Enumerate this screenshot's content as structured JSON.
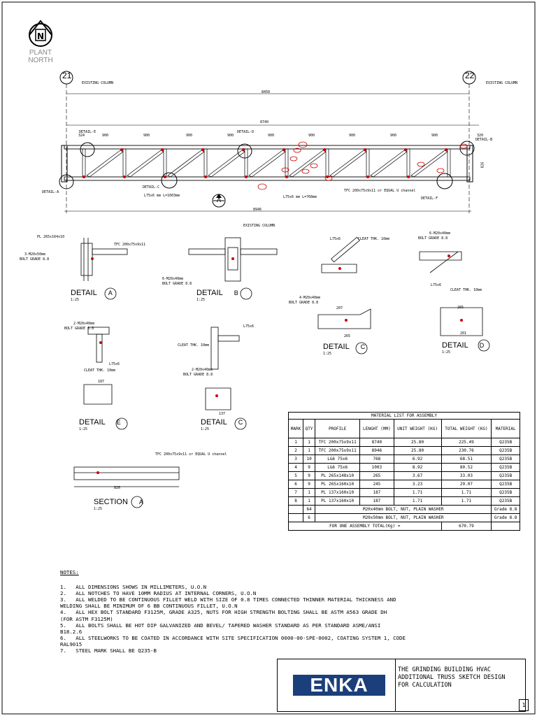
{
  "north": {
    "line1": "PLANT",
    "line2": "NORTH"
  },
  "grid": {
    "left": "21",
    "right": "22"
  },
  "elevation": {
    "existing_column_left": "EXISTING COLUMN",
    "existing_column_right": "EXISTING COLUMN",
    "dim_overall": "8450",
    "dim_inner": "8740",
    "dim_bottom": "8946",
    "bay_dims": [
      "324",
      "900",
      "900",
      "900",
      "900",
      "900",
      "900",
      "900",
      "900",
      "900",
      "320"
    ],
    "height": "826",
    "detail_a": "DETAIL-A",
    "detail_b": "DETAIL-B",
    "detail_c": "DETAIL-C",
    "detail_d": "DETAIL-D",
    "detail_e": "DETAIL-E",
    "detail_f": "DETAIL-F",
    "note_l1": "L75x6 mm L=1003mm",
    "note_l2": "L75x6 mm L=768mm",
    "note_tfc": "TFC 200x75x9x11 or EQUAL U channel",
    "section_mark": "A"
  },
  "details": {
    "a": {
      "title": "DETAIL",
      "mark": "A",
      "scale": "1:25",
      "bolt": "3-M20x50mm",
      "grade": "BOLT GRADE 8.8",
      "plate": "PL 265x164x10",
      "tfc": "TFC 200x75x9x11"
    },
    "b": {
      "title": "DETAIL",
      "mark": "B",
      "scale": "1:25",
      "existing": "EXISTING COLUMN",
      "bolt": "6-M20x40mm",
      "grade": "BOLT GRADE 8.8"
    },
    "c": {
      "title": "DETAIL",
      "mark": "C",
      "scale": "1:25",
      "angle": "L75x6",
      "cleat": "CLEAT THK. 10mm",
      "bolt": "4-M20x40mm",
      "grade": "BOLT GRADE 8.8",
      "d1": "207",
      "d2": "265"
    },
    "d": {
      "title": "DETAIL",
      "mark": "D",
      "scale": "1:25",
      "angle": "L75x6",
      "cleat": "CLEAT THK. 10mm",
      "bolt": "6-M20x40mm",
      "grade": "BOLT GRADE 8.8",
      "d1": "265",
      "d2": "201"
    },
    "e": {
      "title": "DETAIL",
      "mark": "E",
      "scale": "1:25",
      "bolt": "2-M20x40mm",
      "grade": "BOLT GRADE 8.8",
      "angle": "L75x6",
      "cleat": "CLEAT THK. 10mm",
      "d1": "187"
    },
    "f": {
      "title": "DETAIL",
      "mark": "C",
      "scale": "1:25",
      "angle": "L75x6",
      "cleat": "CLEAT THK. 10mm",
      "bolt": "2-M20x40mm",
      "grade": "BOLT GRADE 8.8",
      "d1": "137"
    },
    "section": {
      "title": "SECTION",
      "mark": "A",
      "scale": "1:25",
      "tfc": "TFC 200x75x9x11 or EQUAL U channel",
      "width": "826"
    }
  },
  "bom": {
    "title": "MATERIAL LIST FOR ASSEMBLY",
    "headers": [
      "MARK",
      "QTY",
      "PROFILE",
      "LENGHT (MM)",
      "UNIT WEIGHT (KG)",
      "TOTAL WEIGHT (KG)",
      "MATERIAL"
    ],
    "rows": [
      [
        "1",
        "1",
        "TFC 200x75x9x11",
        "8740",
        "25.80",
        "225.49",
        "Q235B"
      ],
      [
        "2",
        "1",
        "TFC 200x75x9x11",
        "8946",
        "25.80",
        "230.76",
        "Q235B"
      ],
      [
        "3",
        "10",
        "L&6 75x6",
        "768",
        "6.92",
        "68.51",
        "Q235B"
      ],
      [
        "4",
        "9",
        "L&6 75x6",
        "1003",
        "8.92",
        "80.52",
        "Q235B"
      ],
      [
        "5",
        "9",
        "PL 265x148x10",
        "265",
        "3.67",
        "33.03",
        "Q235B"
      ],
      [
        "6",
        "9",
        "PL 265x160x10",
        "245",
        "3.23",
        "29.07",
        "Q235B"
      ],
      [
        "7",
        "1",
        "PL 137x160x10",
        "187",
        "1.71",
        "1.71",
        "Q235B"
      ],
      [
        "8",
        "1",
        "PL 137x160x10",
        "187",
        "1.71",
        "1.71",
        "Q235B"
      ]
    ],
    "bolt_rows": [
      [
        "64",
        "M20x40mm BOLT, NUT, PLAIN WASHER",
        "Grade 8.8"
      ],
      [
        "6",
        "M20x50mm BOLT, NUT, PLAIN WASHER",
        "Grade 8.8"
      ]
    ],
    "total_label": "FOR ONE ASSEMBLY TOTAL(Kg) =",
    "total_value": "670.79"
  },
  "notes": {
    "heading": "NOTES:",
    "lines": [
      "1.   ALL DIMENSIONS SHOWS IN MILLIMETERS, U.O.N",
      "2.   ALL NOTCHES TO HAVE 10MM RADIUS AT INTERNAL CORNERS, U.O.N",
      "3.   ALL WELDED TO BE CONTINUOUS FILLET WELD WITH SIZE OF 0.8 TIMES CONNECTED THINNER MATERIAL THICKNESS AND",
      "WELDING SHALL BE MINIMUM OF 6 BB CONTINUOUS FILLET, U.O.N",
      "4.   ALL HEX BOLT STANDARD F3125M, GRADE A325, NUTS FOR HIGH STRENGTH BOLTING SHALL BE ASTM A563 GRADE DH",
      "(FOR ASTM F3125M)",
      "5.   ALL BOLTS SHALL BE HOT DIP GALVANIZED AND BEVEL/ TAPERED WASHER STANDARD AS PER STANDARD ASME/ANSI",
      "B18.2.6",
      "6.   ALL STEELWORKS TO BE COATED IN ACCORDANCE WITH SITE SPECIFICATION 0000-00-SPE-0002, COATING SYSTEM 1, CODE",
      "RAL9015",
      "7.   STEEL MARK SHALL BE Q235-B"
    ]
  },
  "title_block": {
    "logo": "ENKA",
    "logo_color": "#1b3f7a",
    "line1": "THE GRINDING BUILDING HVAC",
    "line2": "ADDITIONAL TRUSS SKETCH DESIGN",
    "line3": "FOR CALCULATION",
    "sheet": "1"
  }
}
